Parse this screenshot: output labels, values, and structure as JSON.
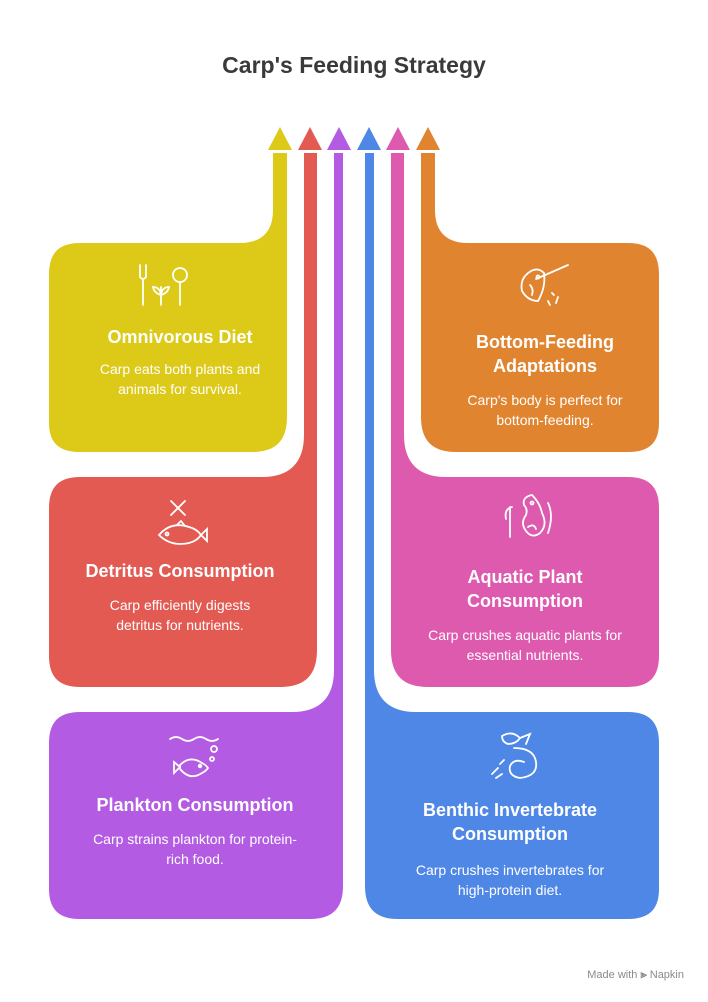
{
  "title": "Carp's Feeding Strategy",
  "colors": {
    "yellow": "#DCC918",
    "red": "#E35A53",
    "purple": "#B35BE2",
    "blue": "#4F87E6",
    "pink": "#DE5AAE",
    "orange": "#E08430"
  },
  "cards": [
    {
      "id": "omnivorous",
      "title": "Omnivorous Diet",
      "description": "Carp eats both plants and animals for survival.",
      "icon": "fork-spoon-plant-icon",
      "color": "#DCC918"
    },
    {
      "id": "detritus",
      "title": "Detritus Consumption",
      "description": "Carp efficiently digests detritus for nutrients.",
      "icon": "fish-cross-icon",
      "color": "#E35A53"
    },
    {
      "id": "plankton",
      "title": "Plankton Consumption",
      "description": "Carp strains plankton for protein-rich food.",
      "icon": "fish-water-bubbles-icon",
      "color": "#B35BE2"
    },
    {
      "id": "bottom",
      "title": "Bottom-Feeding Adaptations",
      "description": "Carp's body is perfect for bottom-feeding.",
      "icon": "fish-hook-icon",
      "color": "#E08430"
    },
    {
      "id": "aquatic",
      "title": "Aquatic Plant Consumption",
      "description": "Carp crushes aquatic plants for essential nutrients.",
      "icon": "seahorse-plant-icon",
      "color": "#DE5AAE"
    },
    {
      "id": "benthic",
      "title": "Benthic Invertebrate Consumption",
      "description": "Carp crushes invertebrates for high-protein diet.",
      "icon": "fish-splash-icon",
      "color": "#4F87E6"
    }
  ],
  "footer": {
    "made_with": "Made with",
    "brand": "Napkin"
  }
}
